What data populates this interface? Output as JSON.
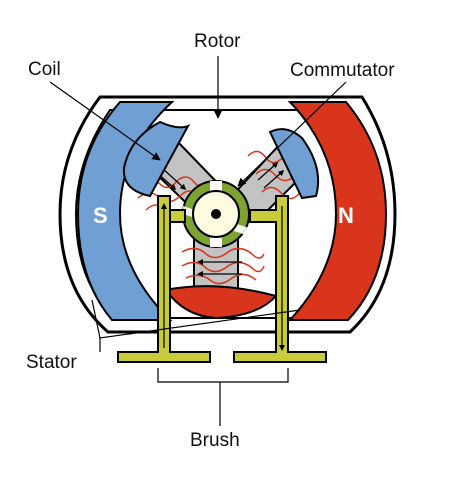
{
  "labels": {
    "rotor": "Rotor",
    "coil": "Coil",
    "commutator": "Commutator",
    "stator": "Stator",
    "brush": "Brush",
    "south_pole": "S",
    "north_pole": "N"
  },
  "colors": {
    "south_magnet": "#6f9fd3",
    "north_magnet": "#d9351c",
    "rotor_arm": "#c3c3c3",
    "rotor_shoe_blue": "#6f9fd3",
    "rotor_shoe_red": "#d9351c",
    "commutator": "#7fa330",
    "brush": "#c8cc3a",
    "coil_wire": "#d9351c",
    "housing": "#000000"
  }
}
